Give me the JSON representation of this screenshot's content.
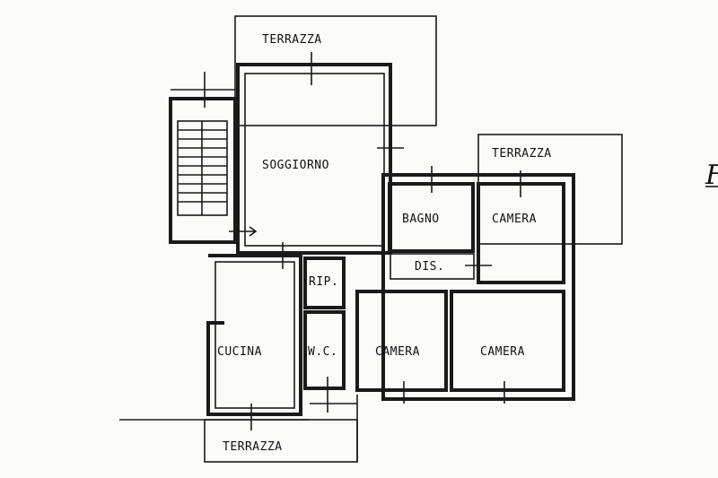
{
  "rooms": {
    "terrace_top": "TERRAZZA",
    "terrace_right": "TERRAZZA",
    "terrace_bottom": "TERRAZZA",
    "living": "SOGGIORNO",
    "bathroom": "BAGNO",
    "bedroom_top_right": "CAMERA",
    "hallway": "DIS.",
    "storage": "RIP.",
    "kitchen": "CUCINA",
    "wc": "W.C.",
    "bedroom_bottom_middle": "CAMERA",
    "bedroom_bottom_right": "CAMERA"
  },
  "edge_letter": "F"
}
